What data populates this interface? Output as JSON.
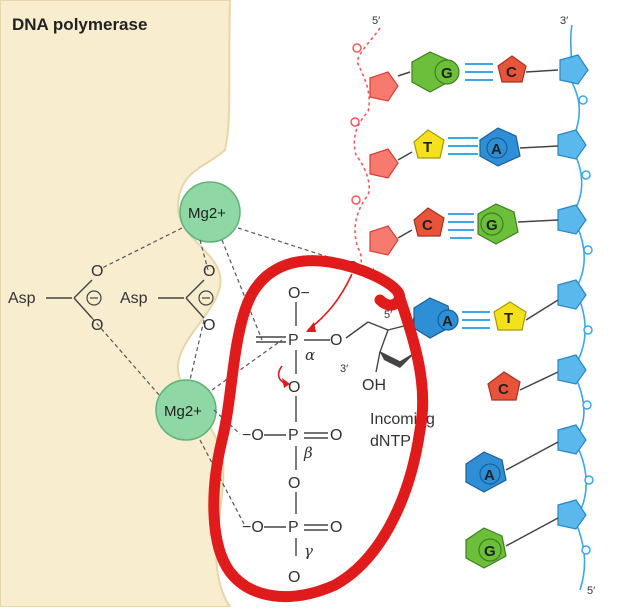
{
  "title": "DNA polymerase",
  "labels": {
    "five_prime_top": "5′",
    "three_prime_top": "3′",
    "five_prime_bottom": "5′",
    "three_prime_primer": "3′",
    "five_prime_sugar": "5′",
    "three_prime_sugar": "3′",
    "oh": "OH",
    "incoming_line1": "Incoming",
    "incoming_line2": "dNTP",
    "asp1": "Asp",
    "asp2": "Asp",
    "mg1": "Mg2+",
    "mg2": "Mg2+",
    "alpha": "α",
    "beta": "β",
    "gamma": "γ",
    "o_minus_top": "O−",
    "o_minus_beta": "−O",
    "o_minus_gamma": "−O"
  },
  "bases": {
    "row1": [
      "G",
      "C"
    ],
    "row2": [
      "T",
      "A"
    ],
    "row3": [
      "C",
      "G"
    ],
    "row4": [
      "A",
      "T"
    ],
    "row5": [
      "C"
    ],
    "row6": [
      "A"
    ],
    "row7": [
      "G"
    ]
  },
  "colors": {
    "enzyme": "#f8edcf",
    "enzyme_edge": "#e6d6aa",
    "primer_strand": "#f25a5a",
    "template_strand": "#3aa7e6",
    "mg": "#8fd7a4",
    "base_G": "#6bbf3a",
    "base_C": "#e8543a",
    "base_T": "#f3e21b",
    "base_A": "#2f8fd6",
    "annotation": "#e01b1b"
  }
}
